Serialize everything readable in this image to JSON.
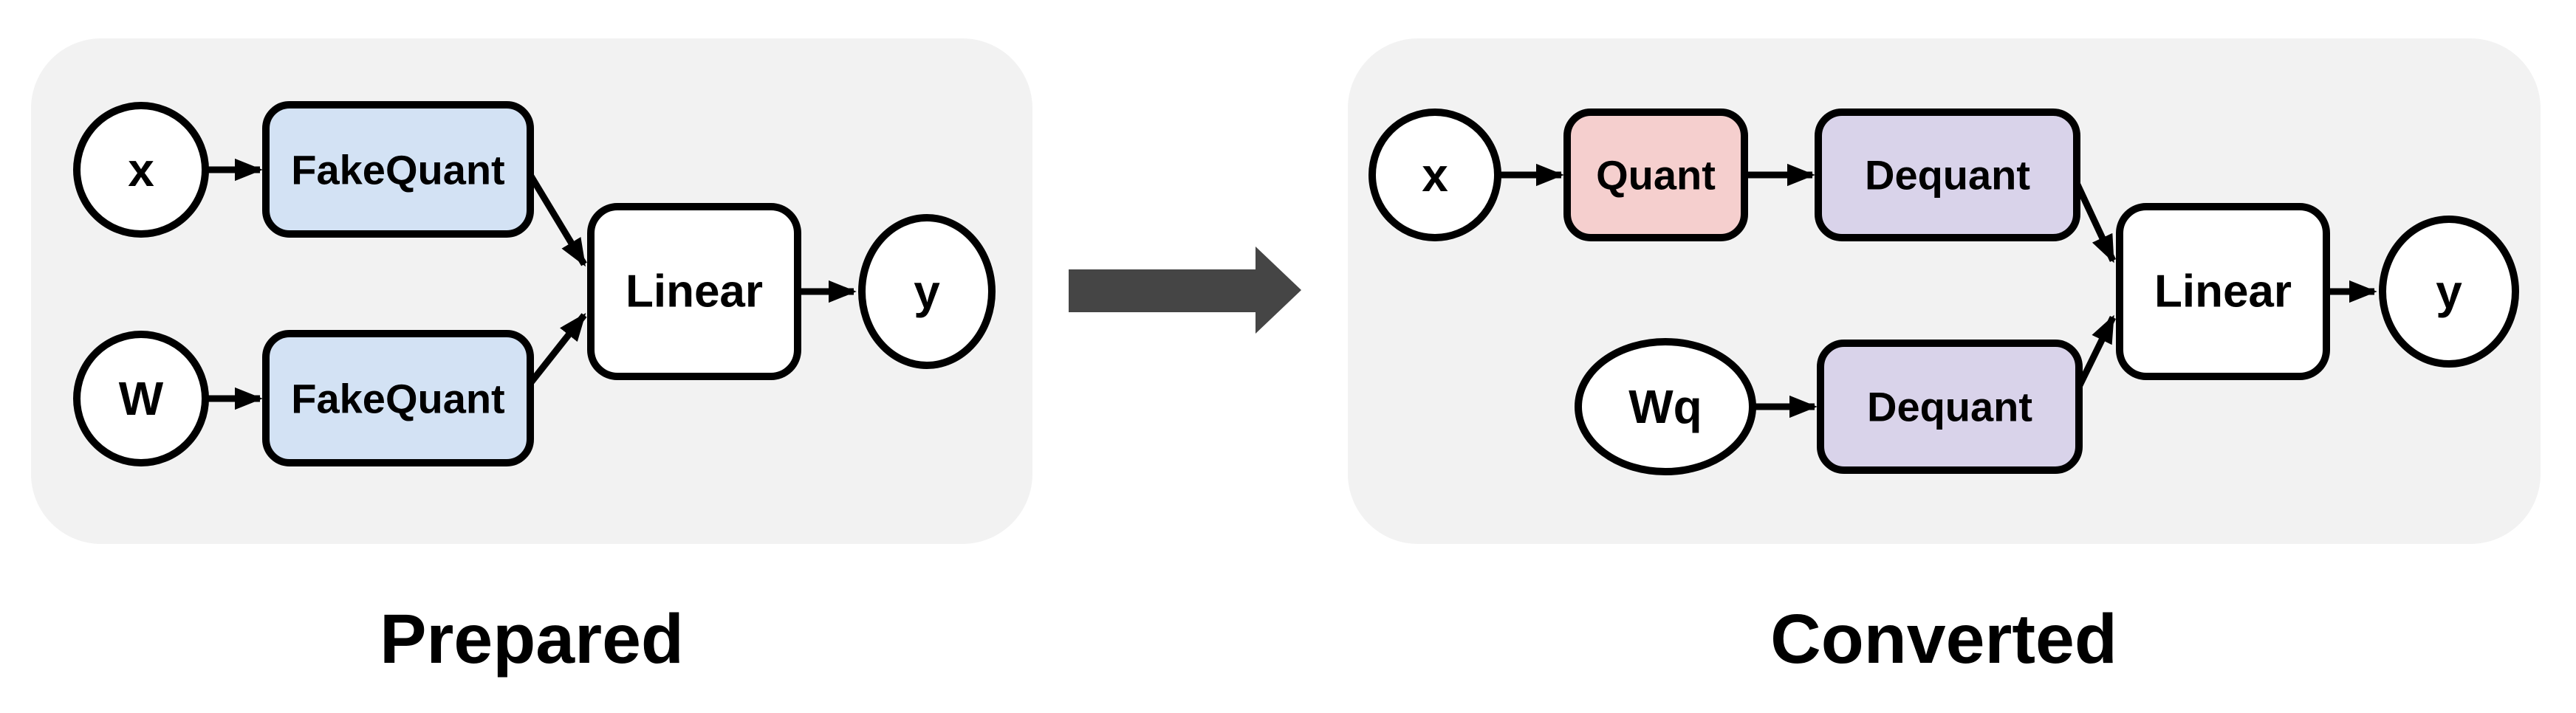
{
  "diagram": {
    "colors": {
      "page_bg": "#ffffff",
      "panel_bg": "#f2f2f2",
      "node_stroke": "#000000",
      "node_fill_white": "#ffffff",
      "fakequant_fill": "#d3e2f4",
      "quant_fill": "#f5cfce",
      "dequant_fill": "#d9d3ea",
      "edge_color": "#000000",
      "transform_arrow_fill": "#454545",
      "transform_arrow_edge": "#bbbbbb",
      "label_color": "#000000"
    },
    "left_panel": {
      "caption": "Prepared",
      "nodes": {
        "x": "x",
        "w": "W",
        "fakequant_top": "FakeQuant",
        "fakequant_bottom": "FakeQuant",
        "linear": "Linear",
        "y": "y"
      }
    },
    "right_panel": {
      "caption": "Converted",
      "nodes": {
        "x": "x",
        "wq": "Wq",
        "quant": "Quant",
        "dequant_top": "Dequant",
        "dequant_bottom": "Dequant",
        "linear": "Linear",
        "y": "y"
      }
    }
  }
}
